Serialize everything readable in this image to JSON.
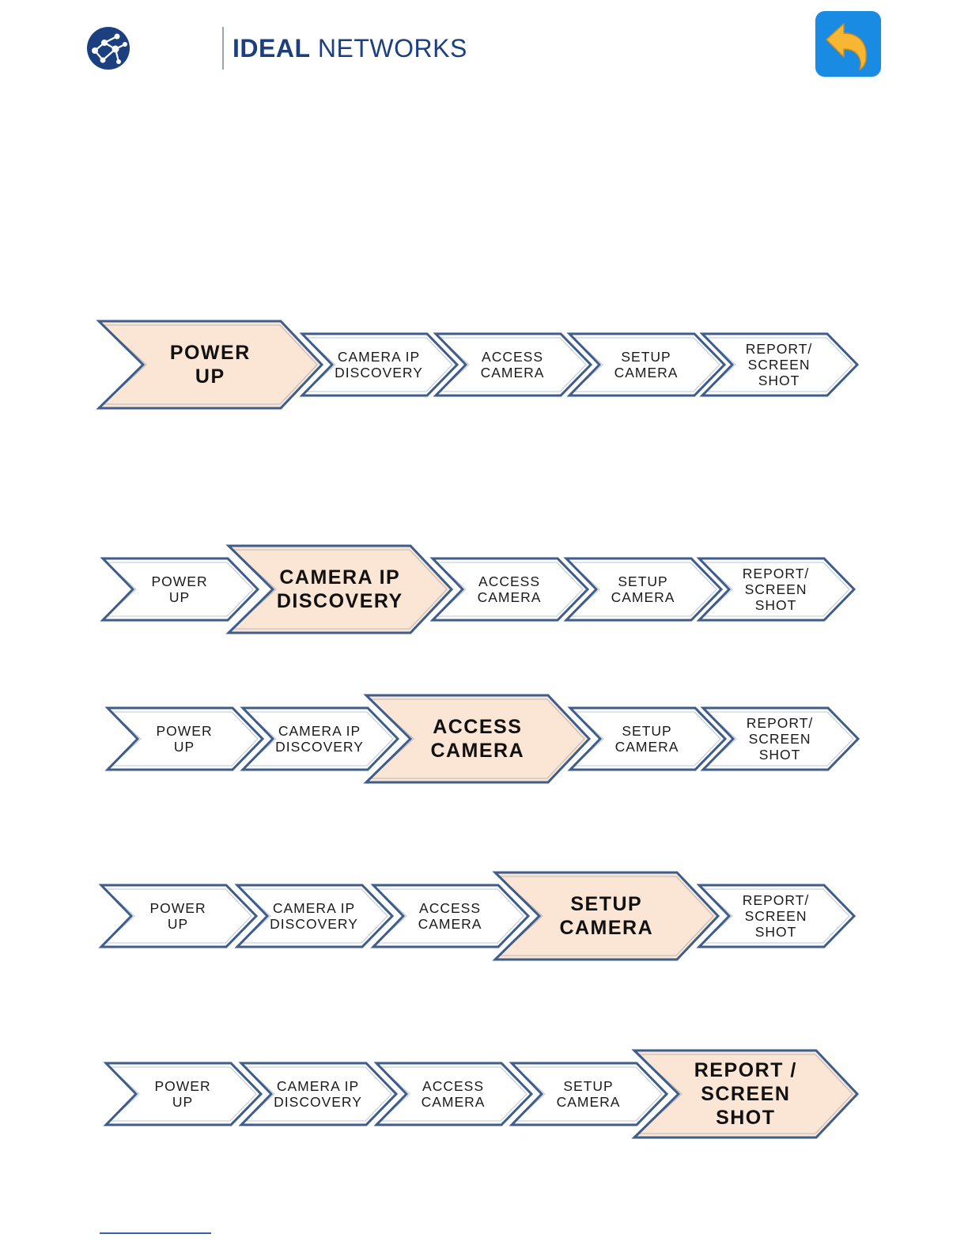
{
  "header": {
    "logo": {
      "brand_bold": "IDEAL",
      "brand_light": " NETWORKS",
      "icon": "network-nodes-logo-icon",
      "color": "#1c3f7f"
    },
    "back_button": {
      "icon": "return-arrow-icon",
      "background": "#1a8be3",
      "arrow_color": "#f7b733"
    }
  },
  "colors": {
    "stroke": "#3f5d8a",
    "active_fill": "#fbe6d5",
    "inactive_fill": "#ffffff"
  },
  "steps": [
    {
      "lines_small": [
        "CAMERA  IP",
        "DISCOVERY"
      ]
    },
    {
      "lines_small": [
        "POWER",
        "UP"
      ]
    }
  ],
  "rows": [
    {
      "active_index": 0,
      "items": [
        {
          "lines": [
            "POWER",
            "UP"
          ]
        },
        {
          "lines": [
            "CAMERA  IP",
            "DISCOVERY"
          ]
        },
        {
          "lines": [
            "ACCESS",
            "CAMERA"
          ]
        },
        {
          "lines": [
            "SETUP",
            "CAMERA"
          ]
        },
        {
          "lines": [
            "REPORT/",
            "SCREEN",
            "SHOT"
          ]
        }
      ]
    },
    {
      "active_index": 1,
      "items": [
        {
          "lines": [
            "POWER",
            "UP"
          ]
        },
        {
          "lines": [
            "CAMERA IP",
            "DISCOVERY"
          ]
        },
        {
          "lines": [
            "ACCESS",
            "CAMERA"
          ]
        },
        {
          "lines": [
            "SETUP",
            "CAMERA"
          ]
        },
        {
          "lines": [
            "REPORT/",
            "SCREEN",
            "SHOT"
          ]
        }
      ]
    },
    {
      "active_index": 2,
      "items": [
        {
          "lines": [
            "POWER",
            "UP"
          ]
        },
        {
          "lines": [
            "CAMERA  IP",
            "DISCOVERY"
          ]
        },
        {
          "lines": [
            "ACCESS",
            "CAMERA"
          ]
        },
        {
          "lines": [
            "SETUP",
            "CAMERA"
          ]
        },
        {
          "lines": [
            "REPORT/",
            "SCREEN",
            "SHOT"
          ]
        }
      ]
    },
    {
      "active_index": 3,
      "items": [
        {
          "lines": [
            "POWER",
            "UP"
          ]
        },
        {
          "lines": [
            "CAMERA  IP",
            "DISCOVERY"
          ]
        },
        {
          "lines": [
            "ACCESS",
            "CAMERA"
          ]
        },
        {
          "lines": [
            "SETUP",
            "CAMERA"
          ]
        },
        {
          "lines": [
            "REPORT/",
            "SCREEN",
            "SHOT"
          ]
        }
      ]
    },
    {
      "active_index": 4,
      "items": [
        {
          "lines": [
            "POWER",
            "UP"
          ]
        },
        {
          "lines": [
            "CAMERA  IP",
            "DISCOVERY"
          ]
        },
        {
          "lines": [
            "ACCESS",
            "CAMERA"
          ]
        },
        {
          "lines": [
            "SETUP",
            "CAMERA"
          ]
        },
        {
          "lines": [
            "REPORT /",
            "SCREEN",
            "SHOT"
          ]
        }
      ]
    }
  ]
}
